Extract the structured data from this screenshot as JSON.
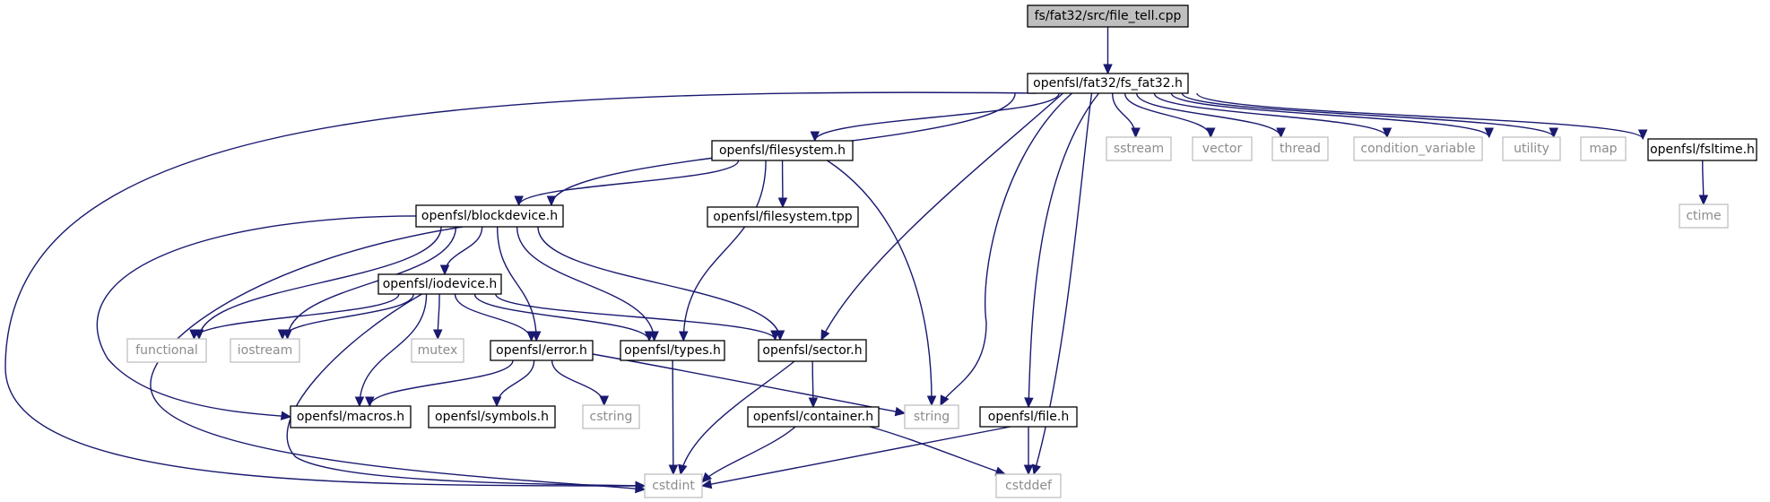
{
  "title": "fs/fat32/src/file_tell.cpp",
  "colors": {
    "edge": "#191970",
    "root_fill": "#bfbfbf",
    "internal_border": "#000000",
    "external_border": "#bfbfbf",
    "external_text": "#8c8c8c"
  },
  "nodes": [
    {
      "id": "root",
      "label": "fs/fat32/src/file_tell.cpp",
      "kind": "root"
    },
    {
      "id": "fs_fat32",
      "label": "openfsl/fat32/fs_fat32.h",
      "kind": "internal"
    },
    {
      "id": "filesystem",
      "label": "openfsl/filesystem.h",
      "kind": "internal"
    },
    {
      "id": "sstream",
      "label": "sstream",
      "kind": "external"
    },
    {
      "id": "vector",
      "label": "vector",
      "kind": "external"
    },
    {
      "id": "thread",
      "label": "thread",
      "kind": "external"
    },
    {
      "id": "condvar",
      "label": "condition_variable",
      "kind": "external"
    },
    {
      "id": "utility",
      "label": "utility",
      "kind": "external"
    },
    {
      "id": "map",
      "label": "map",
      "kind": "external"
    },
    {
      "id": "fsltime",
      "label": "openfsl/fsltime.h",
      "kind": "internal"
    },
    {
      "id": "ctime",
      "label": "ctime",
      "kind": "external"
    },
    {
      "id": "blockdevice",
      "label": "openfsl/blockdevice.h",
      "kind": "internal"
    },
    {
      "id": "filesystem_tpp",
      "label": "openfsl/filesystem.tpp",
      "kind": "internal"
    },
    {
      "id": "iodevice",
      "label": "openfsl/iodevice.h",
      "kind": "internal"
    },
    {
      "id": "functional",
      "label": "functional",
      "kind": "external"
    },
    {
      "id": "iostream",
      "label": "iostream",
      "kind": "external"
    },
    {
      "id": "mutex",
      "label": "mutex",
      "kind": "external"
    },
    {
      "id": "error",
      "label": "openfsl/error.h",
      "kind": "internal"
    },
    {
      "id": "types",
      "label": "openfsl/types.h",
      "kind": "internal"
    },
    {
      "id": "sector",
      "label": "openfsl/sector.h",
      "kind": "internal"
    },
    {
      "id": "macros",
      "label": "openfsl/macros.h",
      "kind": "internal"
    },
    {
      "id": "symbols",
      "label": "openfsl/symbols.h",
      "kind": "internal"
    },
    {
      "id": "cstring",
      "label": "cstring",
      "kind": "external"
    },
    {
      "id": "string",
      "label": "string",
      "kind": "external"
    },
    {
      "id": "container",
      "label": "openfsl/container.h",
      "kind": "internal"
    },
    {
      "id": "file",
      "label": "openfsl/file.h",
      "kind": "internal"
    },
    {
      "id": "cstdint",
      "label": "cstdint",
      "kind": "external"
    },
    {
      "id": "cstddef",
      "label": "cstddef",
      "kind": "external"
    }
  ],
  "edges": [
    [
      "root",
      "fs_fat32"
    ],
    [
      "fs_fat32",
      "filesystem"
    ],
    [
      "fs_fat32",
      "sstream"
    ],
    [
      "fs_fat32",
      "vector"
    ],
    [
      "fs_fat32",
      "thread"
    ],
    [
      "fs_fat32",
      "condvar"
    ],
    [
      "fs_fat32",
      "utility"
    ],
    [
      "fs_fat32",
      "map"
    ],
    [
      "fs_fat32",
      "fsltime"
    ],
    [
      "fs_fat32",
      "blockdevice"
    ],
    [
      "fs_fat32",
      "sector"
    ],
    [
      "fs_fat32",
      "string"
    ],
    [
      "fs_fat32",
      "file"
    ],
    [
      "fs_fat32",
      "cstddef"
    ],
    [
      "fs_fat32",
      "cstdint"
    ],
    [
      "fsltime",
      "ctime"
    ],
    [
      "filesystem",
      "blockdevice"
    ],
    [
      "filesystem",
      "filesystem_tpp"
    ],
    [
      "filesystem",
      "types"
    ],
    [
      "filesystem",
      "string"
    ],
    [
      "blockdevice",
      "iodevice"
    ],
    [
      "blockdevice",
      "functional"
    ],
    [
      "blockdevice",
      "iostream"
    ],
    [
      "blockdevice",
      "error"
    ],
    [
      "blockdevice",
      "types"
    ],
    [
      "blockdevice",
      "sector"
    ],
    [
      "blockdevice",
      "macros"
    ],
    [
      "blockdevice",
      "cstdint"
    ],
    [
      "iodevice",
      "functional"
    ],
    [
      "iodevice",
      "iostream"
    ],
    [
      "iodevice",
      "mutex"
    ],
    [
      "iodevice",
      "error"
    ],
    [
      "iodevice",
      "types"
    ],
    [
      "iodevice",
      "sector"
    ],
    [
      "iodevice",
      "macros"
    ],
    [
      "iodevice",
      "cstdint"
    ],
    [
      "error",
      "macros"
    ],
    [
      "error",
      "symbols"
    ],
    [
      "error",
      "cstring"
    ],
    [
      "error",
      "string"
    ],
    [
      "types",
      "cstdint"
    ],
    [
      "sector",
      "container"
    ],
    [
      "sector",
      "cstdint"
    ],
    [
      "container",
      "cstdint"
    ],
    [
      "container",
      "cstddef"
    ],
    [
      "file",
      "cstdint"
    ],
    [
      "file",
      "cstddef"
    ]
  ]
}
